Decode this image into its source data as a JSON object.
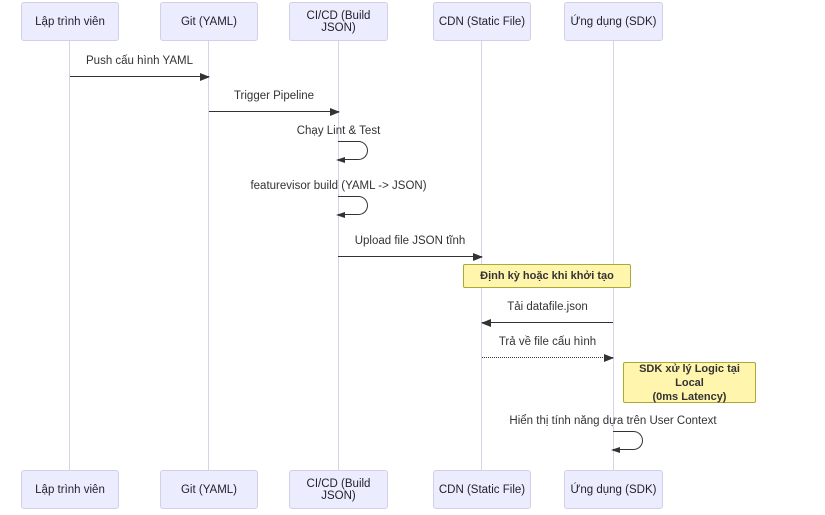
{
  "diagram": {
    "type": "sequence-diagram",
    "actors": [
      {
        "id": "developer",
        "label": "Lập trình viên"
      },
      {
        "id": "git",
        "label": "Git (YAML)"
      },
      {
        "id": "cicd",
        "label": "CI/CD (Build JSON)"
      },
      {
        "id": "cdn",
        "label": "CDN (Static File)"
      },
      {
        "id": "app",
        "label": "Ứng dụng (SDK)"
      }
    ],
    "messages": [
      {
        "from": "developer",
        "to": "git",
        "label": "Push cấu hình YAML",
        "style": "solid"
      },
      {
        "from": "git",
        "to": "cicd",
        "label": "Trigger Pipeline",
        "style": "solid"
      },
      {
        "from": "cicd",
        "to": "cicd",
        "label": "Chạy Lint & Test",
        "style": "self"
      },
      {
        "from": "cicd",
        "to": "cicd",
        "label": "featurevisor build (YAML -> JSON)",
        "style": "self"
      },
      {
        "from": "cicd",
        "to": "cdn",
        "label": "Upload file JSON tĩnh",
        "style": "solid"
      },
      {
        "from": "app",
        "to": "cdn",
        "label": "Tải datafile.json",
        "style": "solid"
      },
      {
        "from": "cdn",
        "to": "app",
        "label": "Trả về file cấu hình",
        "style": "dotted"
      },
      {
        "from": "app",
        "to": "app",
        "label": "Hiển thị tính năng dựa trên User Context",
        "style": "self"
      }
    ],
    "notes": [
      {
        "label": "Định kỳ hoặc khi khởi tạo",
        "position": "over cdn,app"
      },
      {
        "label": "SDK xử lý Logic tại Local\n(0ms Latency)",
        "position": "right of app"
      }
    ],
    "colors": {
      "actor_fill": "#ECECFF",
      "actor_border": "#D3CFE8",
      "lifeline": "#D7D2EC",
      "note_fill": "#FFF5AD",
      "note_border": "#AAAA33",
      "line": "#333333"
    }
  }
}
